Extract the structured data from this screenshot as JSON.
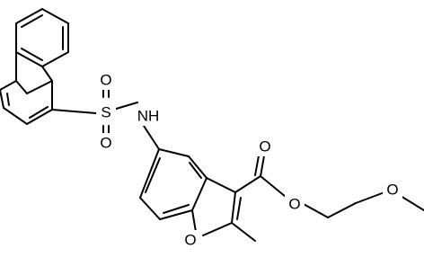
{
  "molecule": {
    "atom_labels": {
      "s": "S",
      "o_sulfonyl_top": "O",
      "o_sulfonyl_bottom": "O",
      "nh": "NH",
      "o_carbonyl": "O",
      "o_ester": "O",
      "o_methoxy": "O",
      "o_furan": "O"
    }
  }
}
